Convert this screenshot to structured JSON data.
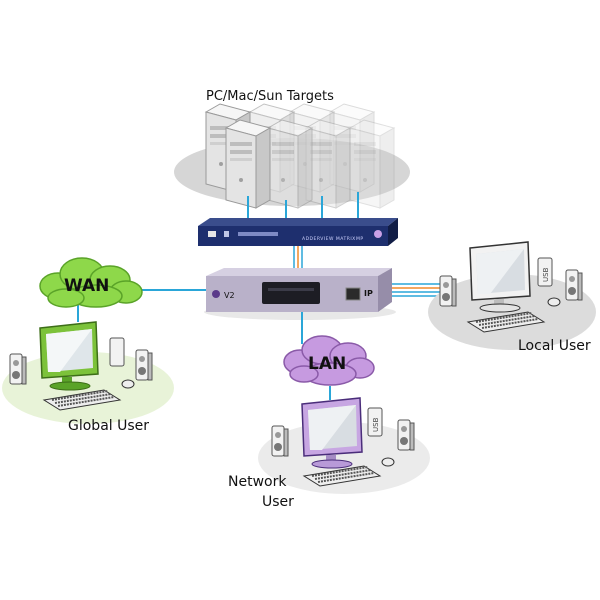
{
  "labels": {
    "targets": "PC/Mac/Sun Targets",
    "wan": "WAN",
    "lan": "LAN",
    "global_user": "Global User",
    "local_user": "Local User",
    "network_user_line1": "Network",
    "network_user_line2": "User"
  },
  "device": {
    "switch_brand": "ADDERVIEW MATRIX",
    "switch_badge": "MP",
    "extender_badge": "V2",
    "extender_ip": "IP"
  },
  "peripheral_labels": {
    "usb": "USB"
  },
  "colors": {
    "wan_cloud": "#8ed84a",
    "lan_cloud": "#c69ae0",
    "cable_blue": "#2aa6d8",
    "cable_orange": "#f08a2a",
    "switch_body": "#1e2f6e",
    "extender_body": "#b9b1c9",
    "monitor_green": "#7cc23a",
    "monitor_purple": "#c7a6e2",
    "platform": "#dcdcdc"
  },
  "icons": [
    "pc-tower-icon",
    "cloud-icon",
    "monitor-icon",
    "keyboard-icon",
    "mouse-icon",
    "speaker-icon",
    "kvm-switch-icon",
    "ip-extender-icon"
  ]
}
